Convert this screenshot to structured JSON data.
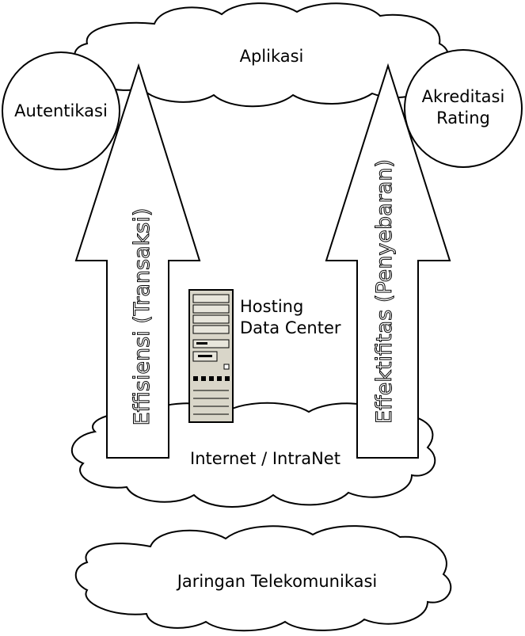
{
  "diagram": {
    "nodes": {
      "aplikasi": "Aplikasi",
      "autentikasi": "Autentikasi",
      "akreditasi_line1": "Akreditasi",
      "akreditasi_line2": "Rating",
      "hosting_line1": "Hosting",
      "hosting_line2": "Data Center",
      "internet": "Internet / IntraNet",
      "jaringan": "Jaringan Telekomunikasi"
    },
    "arrows": {
      "left": "Effisiensi (Transaksi)",
      "right": "Effektifitas (Penyebaran)"
    },
    "icons": {
      "server": "server-tower-icon"
    }
  }
}
